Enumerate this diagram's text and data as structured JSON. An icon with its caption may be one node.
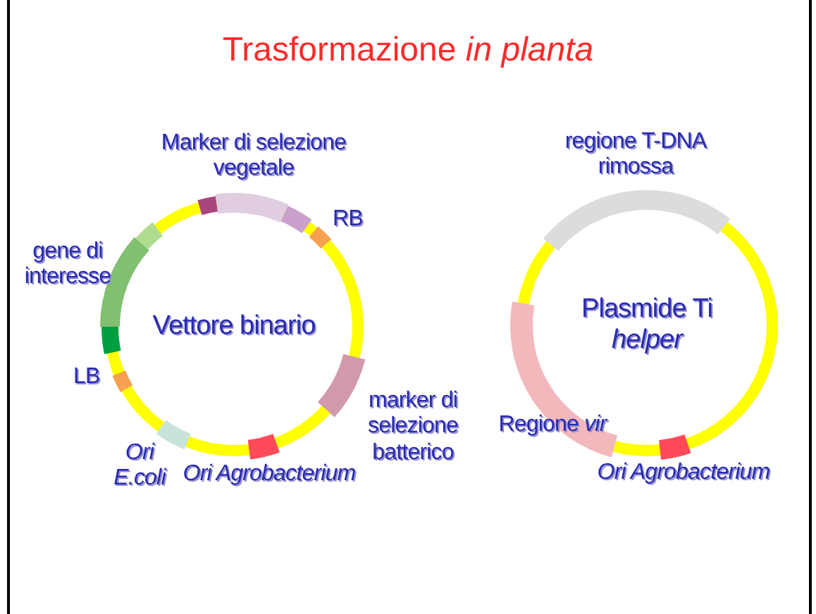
{
  "diagram": {
    "title": "Trasformazione *in planta*",
    "nodes": [
      {
        "text": [
          "Vettore binario"
        ]
      },
      {
        "text": [
          "Plasmide Ti *helper*"
        ]
      }
    ],
    "edges": [],
    "labels": [
      "Marker di selezione vegetale",
      "RB",
      "gene di interesse",
      "LB",
      "marker di selezione batterico",
      "Ori E.coli",
      "Ori Agrobacterium",
      "regione T-DNA rimossa",
      "Regione *vir*",
      "Ori Agrobacterium"
    ]
  }
}
